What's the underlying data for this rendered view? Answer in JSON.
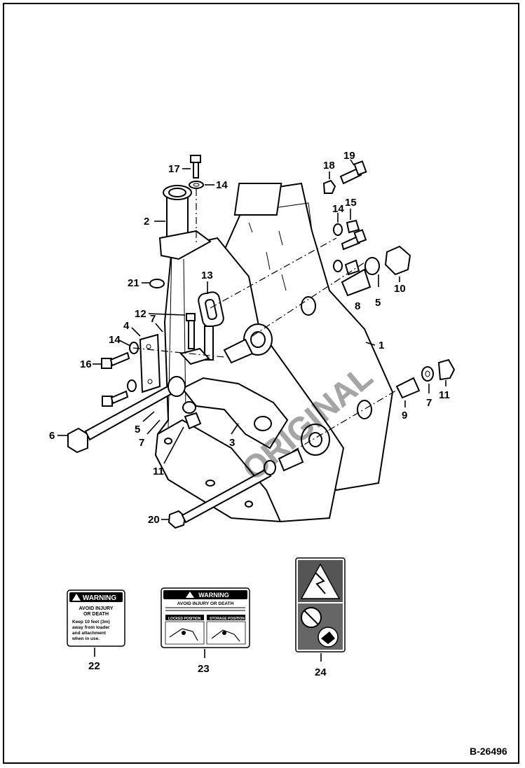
{
  "drawing_id": "B-26496",
  "callouts": {
    "c1": "1",
    "c2": "2",
    "c3": "3",
    "c4": "4",
    "c5a": "5",
    "c5b": "5",
    "c6": "6",
    "c7a": "7",
    "c7b": "7",
    "c7c": "7",
    "c8": "8",
    "c9": "9",
    "c10": "10",
    "c11a": "11",
    "c11b": "11",
    "c12": "12",
    "c13": "13",
    "c14a": "14",
    "c14b": "14",
    "c14c": "14",
    "c15": "15",
    "c16": "16",
    "c17": "17",
    "c18": "18",
    "c19": "19",
    "c20": "20",
    "c21": "21",
    "c22": "22",
    "c23": "23",
    "c24": "24"
  },
  "decal_22": {
    "header": "WARNING",
    "subheader_line1": "AVOID INJURY",
    "subheader_line2": "OR DEATH",
    "body_line1": "Keep 10 feet (3m)",
    "body_line2": "away from loader",
    "body_line3": "and attachment",
    "body_line4": "when in use."
  },
  "decal_23": {
    "header": "WARNING",
    "subheader": "AVOID INJURY OR DEATH",
    "left_panel": "LOCKED POSITION",
    "right_panel": "STORAGE POSITION"
  }
}
